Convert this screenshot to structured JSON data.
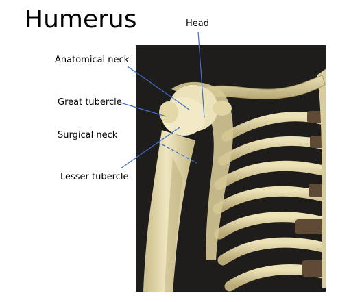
{
  "title": "Humerus",
  "labels": {
    "head": "Head",
    "anatomical_neck": "Anatomical neck",
    "great_tubercle": "Great tubercle",
    "surgical_neck": "Surgical neck",
    "lesser_tubercle": "Lesser tubercle"
  },
  "colors": {
    "photo_background": "#1f1d1b",
    "bone": "#e7dcb0",
    "bone_shadow": "#b9ab7a",
    "bone_dark": "#5e4a35",
    "leader_line": "#3f6fcf"
  },
  "image": {
    "description_icon": "skeleton-shoulder-photo"
  }
}
